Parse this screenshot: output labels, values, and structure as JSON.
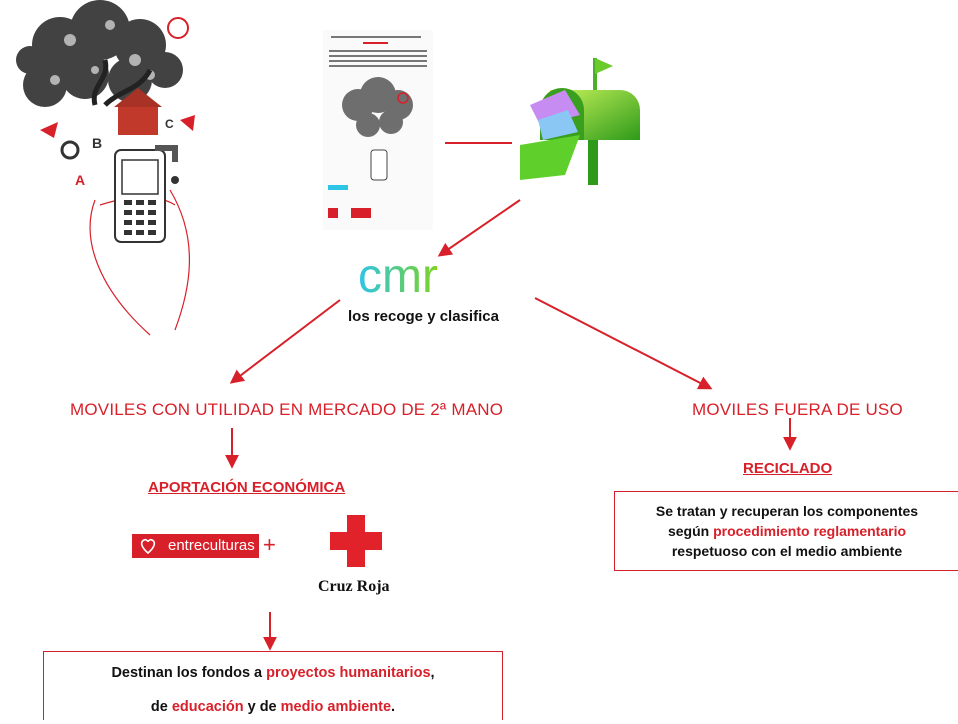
{
  "cmr": {
    "logo_text": "cmr",
    "caption": "los recoge y clasifica"
  },
  "left_branch": {
    "title": "MOVILES CON UTILIDAD EN MERCADO DE 2ª MANO",
    "result": "APORTACIÓN ECONÓMICA",
    "partner1": "entreculturas",
    "plus": "+",
    "partner2": "Cruz Roja",
    "box": {
      "line1_pre": "Destinan los fondos a ",
      "line1_hl": "proyectos humanitarios",
      "line1_post": ",",
      "line2_pre": "de ",
      "line2_hl1": "educación",
      "line2_mid": " y de ",
      "line2_hl2": "medio ambiente",
      "line2_post": "."
    }
  },
  "right_branch": {
    "title": "MOVILES FUERA DE USO",
    "result": "RECICLADO",
    "box": {
      "line1": "Se tratan y recuperan los componentes",
      "line2_pre": "según ",
      "line2_hl": "procedimiento reglamentario",
      "line3": "respetuoso con el medio ambiente"
    }
  },
  "colors": {
    "accent": "#d8202a",
    "mailbox": "#7ed321",
    "cmr_gradient": [
      "#2ec4e6",
      "#7ed321"
    ]
  },
  "icons": [
    "tree-hand-phone-illustration",
    "flyer-thumbnail",
    "mailbox-icon",
    "cross-icon",
    "heart-icon"
  ]
}
